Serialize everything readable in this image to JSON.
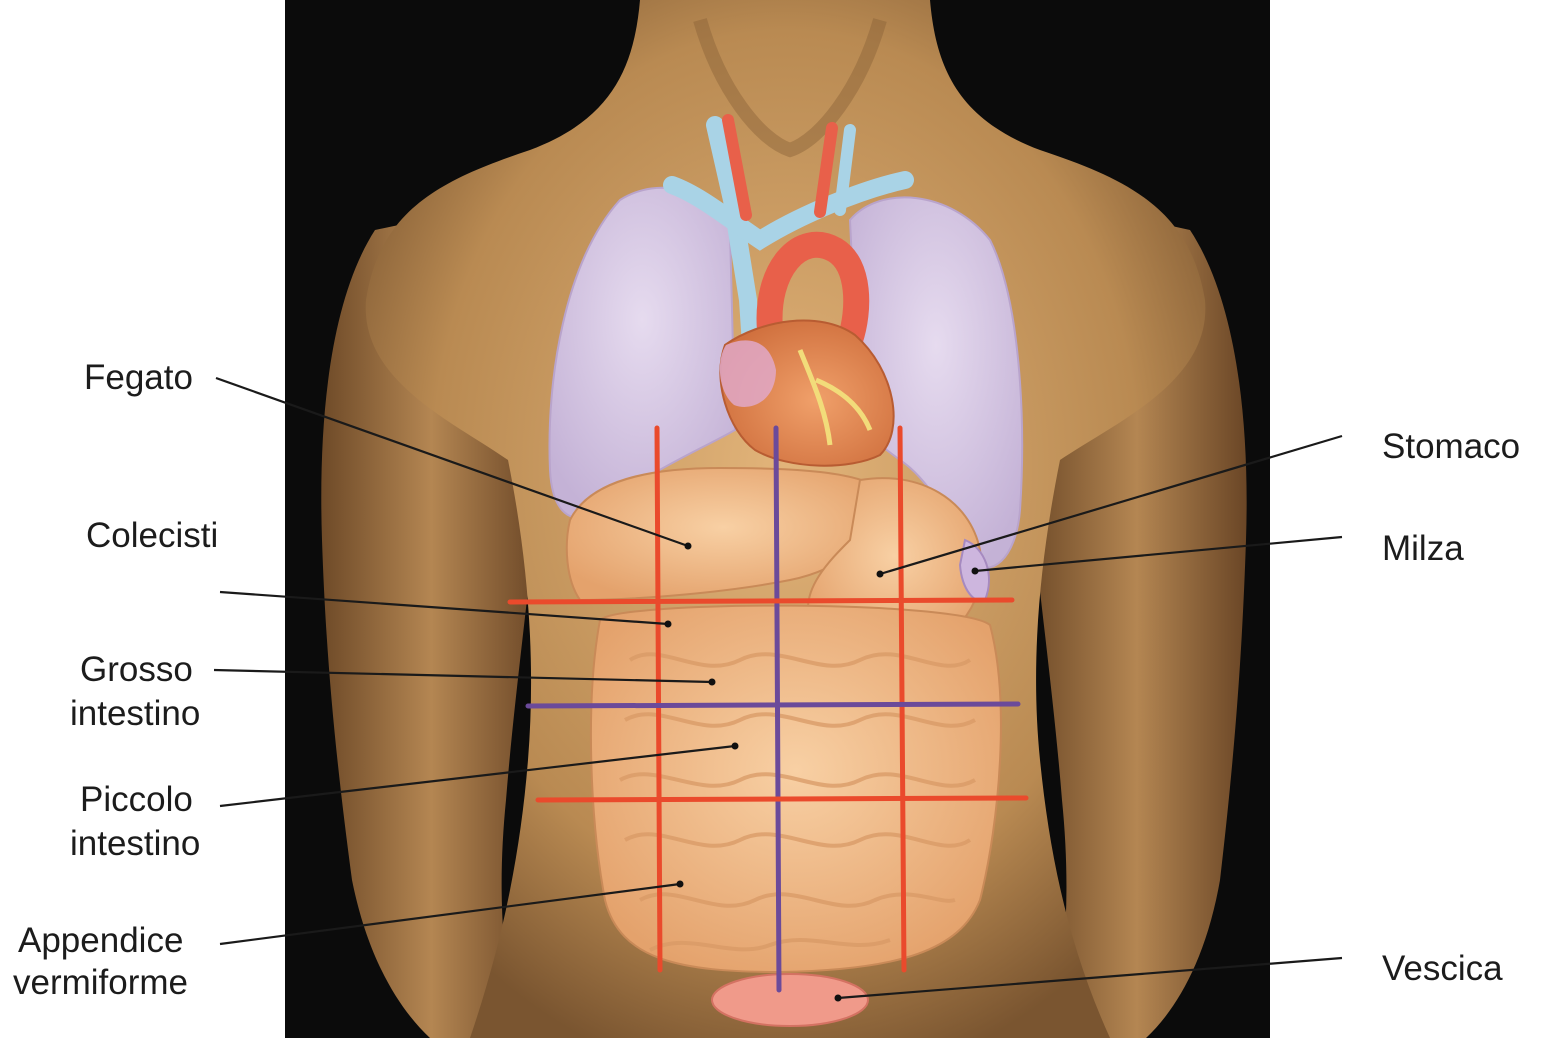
{
  "labels": {
    "fegato": "Fegato",
    "colecisti": "Colecisti",
    "grosso_1": "Grosso",
    "grosso_2": "intestino",
    "piccolo_1": "Piccolo",
    "piccolo_2": "intestino",
    "appendice_1": "Appendice",
    "appendice_2": "vermiforme",
    "stomaco": "Stomaco",
    "milza": "Milza",
    "vescica": "Vescica"
  },
  "colors": {
    "background_panel": "#0b0b0b",
    "skin": "#c79a5e",
    "lung": "#d8c8e6",
    "heart": "#e08a5a",
    "vein": "#a9d3e6",
    "artery": "#e8604a",
    "organ": "#f2b98a",
    "intestine": "#f4c69b",
    "grid_red": "#ea4a2c",
    "grid_purple": "#6b4a9a",
    "leader": "#1a1a1a"
  }
}
